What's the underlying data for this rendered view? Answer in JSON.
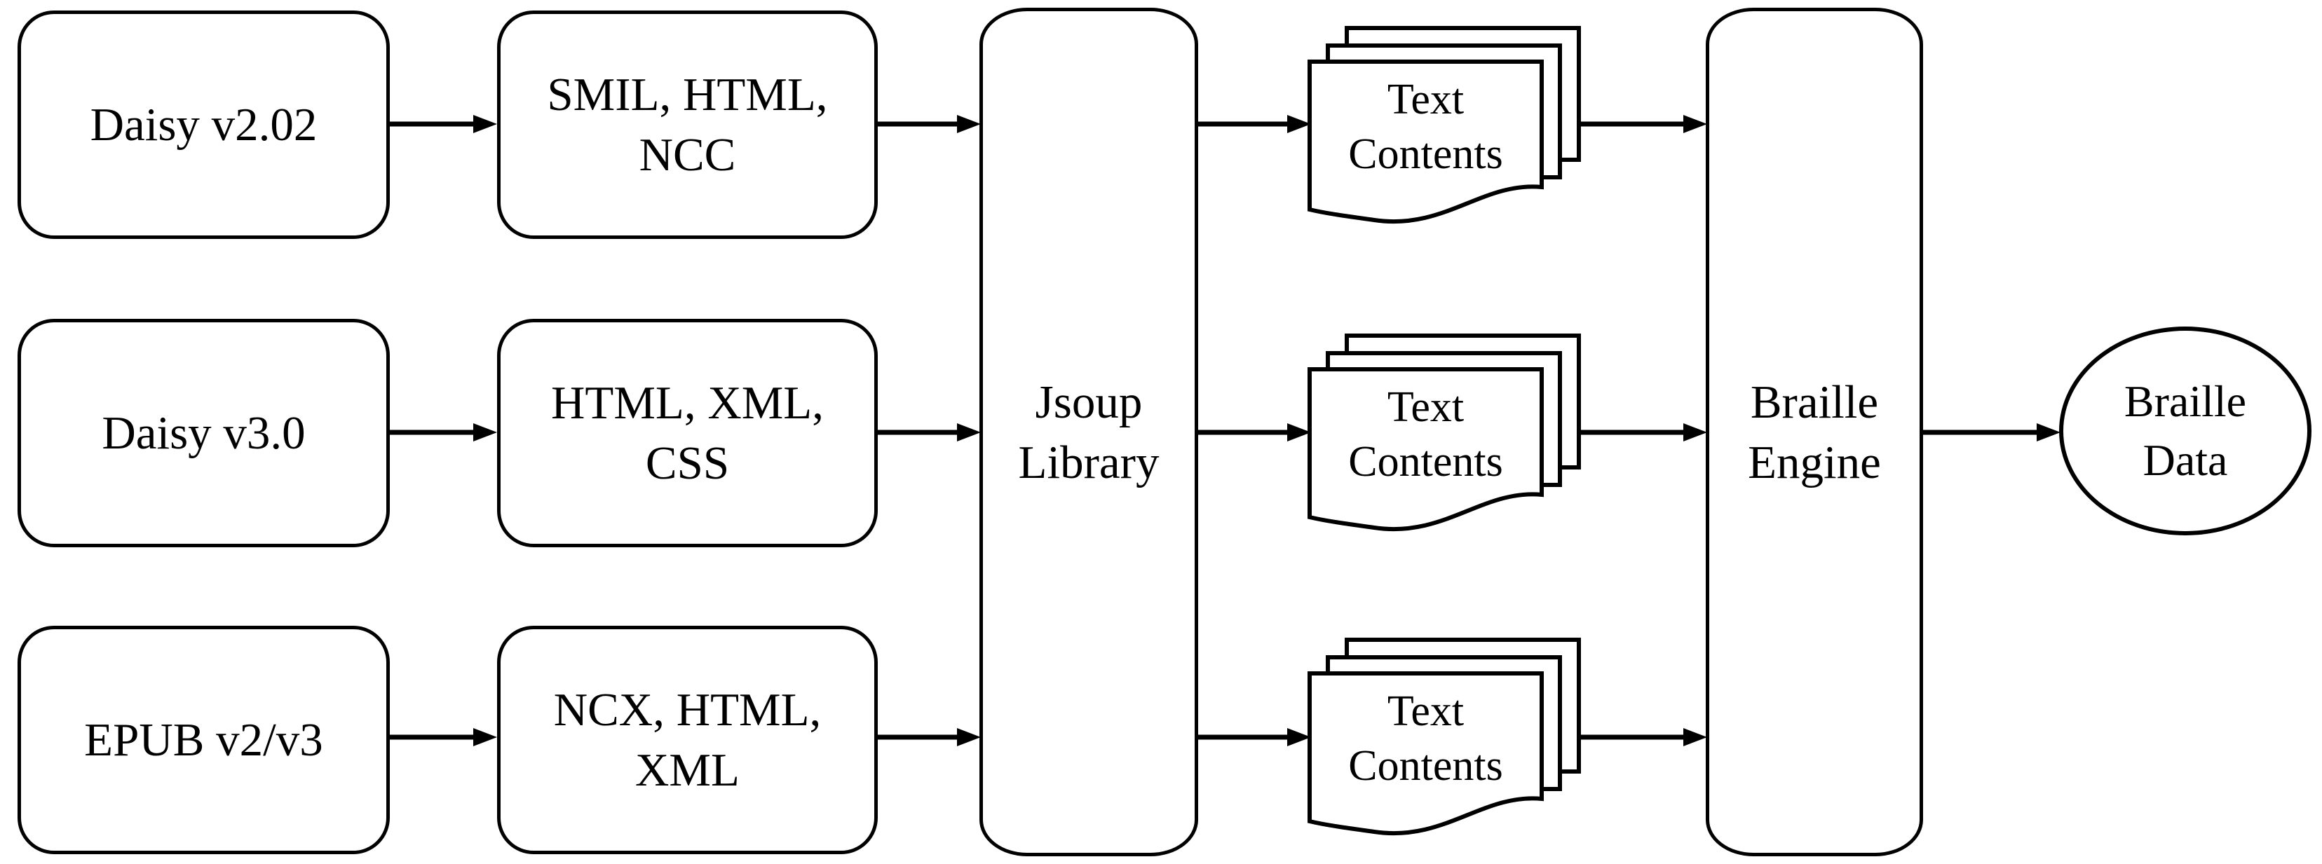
{
  "colors": {
    "background": "#ffffff",
    "stroke": "#000000",
    "text": "#000000"
  },
  "nodes": {
    "daisy_v202": {
      "lines": [
        "Daisy v2.02"
      ]
    },
    "smil_html_ncc": {
      "lines": [
        "SMIL, HTML,",
        "NCC"
      ]
    },
    "daisy_v30": {
      "lines": [
        "Daisy v3.0"
      ]
    },
    "html_xml_css": {
      "lines": [
        "HTML, XML,",
        "CSS"
      ]
    },
    "epub_v2v3": {
      "lines": [
        "EPUB v2/v3"
      ]
    },
    "ncx_html_xml": {
      "lines": [
        "NCX, HTML,",
        "XML"
      ]
    },
    "jsoup_library": {
      "lines": [
        "Jsoup",
        "Library"
      ]
    },
    "text_contents_top": {
      "lines": [
        "Text",
        "Contents"
      ]
    },
    "text_contents_middle": {
      "lines": [
        "Text",
        "Contents"
      ]
    },
    "text_contents_bottom": {
      "lines": [
        "Text",
        "Contents"
      ]
    },
    "braille_engine": {
      "lines": [
        "Braille",
        "Engine"
      ]
    },
    "braille_data": {
      "lines": [
        "Braille",
        "Data"
      ]
    }
  }
}
